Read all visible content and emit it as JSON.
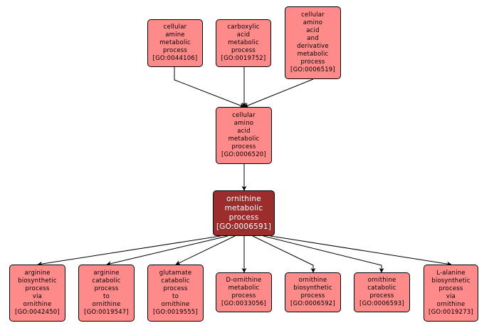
{
  "diagram": {
    "type": "GO term hierarchy (directed acyclic graph)",
    "colors": {
      "node_fill": "#ff8a8a",
      "focus_fill": "#9b2d2d",
      "focus_text": "#ffffff",
      "edge": "#000000"
    },
    "nodes": [
      {
        "id": "GO:0044106",
        "lines": [
          "cellular",
          "amine",
          "metabolic",
          "process",
          "[GO:0044106]"
        ],
        "role": "ancestor"
      },
      {
        "id": "GO:0019752",
        "lines": [
          "carboxylic",
          "acid",
          "metabolic",
          "process",
          "[GO:0019752]"
        ],
        "role": "ancestor"
      },
      {
        "id": "GO:0006519",
        "lines": [
          "cellular",
          "amino",
          "acid",
          "and",
          "derivative",
          "metabolic",
          "process",
          "[GO:0006519]"
        ],
        "role": "ancestor"
      },
      {
        "id": "GO:0006520",
        "lines": [
          "cellular",
          "amino",
          "acid",
          "metabolic",
          "process",
          "[GO:0006520]"
        ],
        "role": "parent"
      },
      {
        "id": "GO:0006591",
        "lines": [
          "ornithine",
          "metabolic",
          "process",
          "[GO:0006591]"
        ],
        "role": "focus"
      },
      {
        "id": "GO:0042450",
        "lines": [
          "arginine",
          "biosynthetic",
          "process",
          "via",
          "ornithine",
          "[GO:0042450]"
        ],
        "role": "child"
      },
      {
        "id": "GO:0019547",
        "lines": [
          "arginine",
          "catabolic",
          "process",
          "to",
          "ornithine",
          "[GO:0019547]"
        ],
        "role": "child"
      },
      {
        "id": "GO:0019555",
        "lines": [
          "glutamate",
          "catabolic",
          "process",
          "to",
          "ornithine",
          "[GO:0019555]"
        ],
        "role": "child"
      },
      {
        "id": "GO:0033056",
        "lines": [
          "D-ornithine",
          "metabolic",
          "process",
          "[GO:0033056]"
        ],
        "role": "child"
      },
      {
        "id": "GO:0006592",
        "lines": [
          "ornithine",
          "biosynthetic",
          "process",
          "[GO:0006592]"
        ],
        "role": "child"
      },
      {
        "id": "GO:0006593",
        "lines": [
          "ornithine",
          "catabolic",
          "process",
          "[GO:0006593]"
        ],
        "role": "child"
      },
      {
        "id": "GO:0019273",
        "lines": [
          "L-alanine",
          "biosynthetic",
          "process",
          "via",
          "ornithine",
          "[GO:0019273]"
        ],
        "role": "child"
      }
    ],
    "edges": [
      {
        "from": "GO:0044106",
        "to": "GO:0006520"
      },
      {
        "from": "GO:0019752",
        "to": "GO:0006520"
      },
      {
        "from": "GO:0006519",
        "to": "GO:0006520"
      },
      {
        "from": "GO:0006520",
        "to": "GO:0006591"
      },
      {
        "from": "GO:0006591",
        "to": "GO:0042450"
      },
      {
        "from": "GO:0006591",
        "to": "GO:0019547"
      },
      {
        "from": "GO:0006591",
        "to": "GO:0019555"
      },
      {
        "from": "GO:0006591",
        "to": "GO:0033056"
      },
      {
        "from": "GO:0006591",
        "to": "GO:0006592"
      },
      {
        "from": "GO:0006591",
        "to": "GO:0006593"
      },
      {
        "from": "GO:0006591",
        "to": "GO:0019273"
      }
    ]
  }
}
